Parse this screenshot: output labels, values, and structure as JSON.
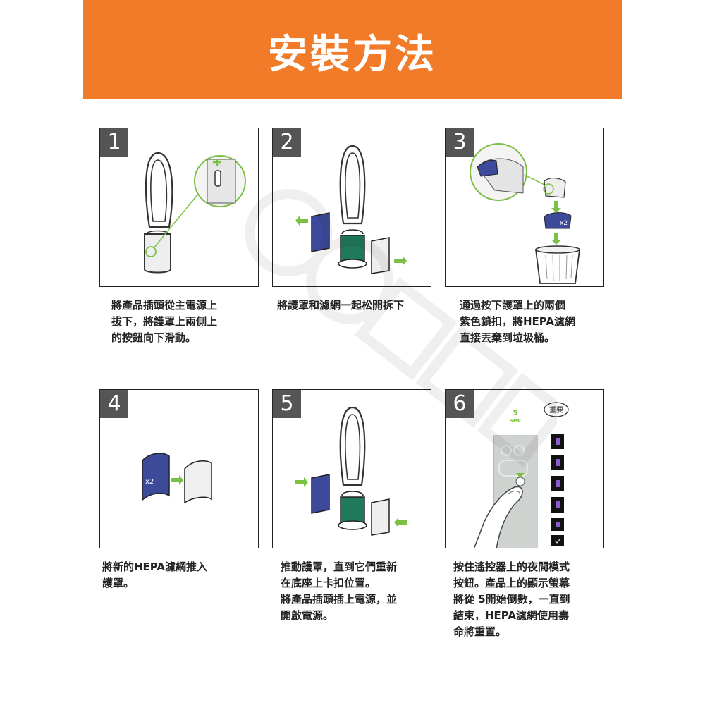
{
  "header": {
    "title": "安裝方法"
  },
  "steps": [
    {
      "number": "1",
      "text": "將產品插頭從主電源上\n拔下，將護罩上兩側上\n的按鈕向下滑動。"
    },
    {
      "number": "2",
      "text": "將護罩和濾網一起松開拆下"
    },
    {
      "number": "3",
      "text": "通過按下護罩上的兩個\n紫色鎖扣，將HEPA濾網\n直接丟棄到垃圾桶。",
      "badge": "x2"
    },
    {
      "number": "4",
      "text": "將新的HEPA濾網推入\n護罩。",
      "badge": "x2"
    },
    {
      "number": "5",
      "text": "推動護罩，直到它們重新\n在底座上卡扣位置。\n將產品插頭插上電源，並\n開啟電源。"
    },
    {
      "number": "6",
      "text": "按住遙控器上的夜間模式\n按鈕。產品上的顯示螢幕\n將從 5開始倒數，一直到\n結束，HEPA濾網使用壽\n命將重置。",
      "timer_value": "5",
      "timer_unit": "sec",
      "important_label": "重要"
    }
  ],
  "colors": {
    "banner": "#f27b2a",
    "purple_shroud": "#3d4a9a",
    "green_arrow": "#7bc043",
    "filter_green": "#1f7a5a"
  }
}
